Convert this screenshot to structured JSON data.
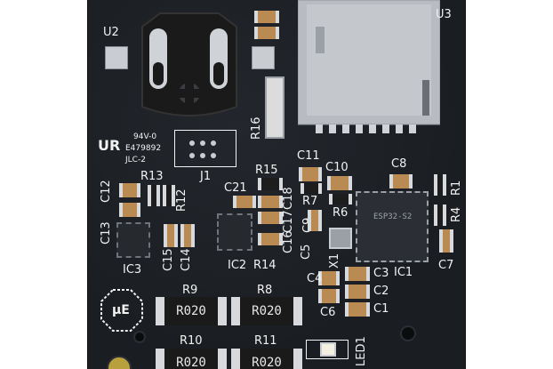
{
  "board": {
    "colors": {
      "solder_mask": "#1c1f24",
      "silkscreen": "#f2f2f2",
      "pad_metal": "#c9ccd1",
      "capacitor": "#b98a52"
    },
    "references": {
      "u2": "U2",
      "u3": "U3",
      "r16": "R16",
      "j1": "J1",
      "r13": "R13",
      "c12": "C12",
      "c13": "C13",
      "r12": "R12",
      "r15": "R15",
      "c11": "C11",
      "c10": "C10",
      "c8": "C8",
      "r1": "R1",
      "r4": "R4",
      "c21": "C21",
      "c18": "C18",
      "c17": "C17",
      "r7": "R7",
      "r6": "R6",
      "c9": "C9",
      "c16": "C16",
      "c5": "C5",
      "x1": "X1",
      "c15": "C15",
      "c14": "C14",
      "ic3": "IC3",
      "ic2": "IC2",
      "r14": "R14",
      "ic1": "IC1",
      "c7": "C7",
      "c4": "C4",
      "c3": "C3",
      "c2": "C2",
      "c1": "C1",
      "c6": "C6",
      "r9": "R9",
      "r8": "R8",
      "r10": "R10",
      "r11": "R11",
      "led1": "LED1"
    },
    "markings": {
      "ul_rating": "94V-0",
      "ul_file": "E479892",
      "maker": "JLC-2",
      "logo": "µE",
      "resistor_value": "R020",
      "esp_module": "ESP32-S2"
    },
    "icons": [
      "ul-recognized-mark",
      "coin-cell-holder",
      "sd-card-slot",
      "mounting-hole",
      "logo-octagon"
    ]
  }
}
